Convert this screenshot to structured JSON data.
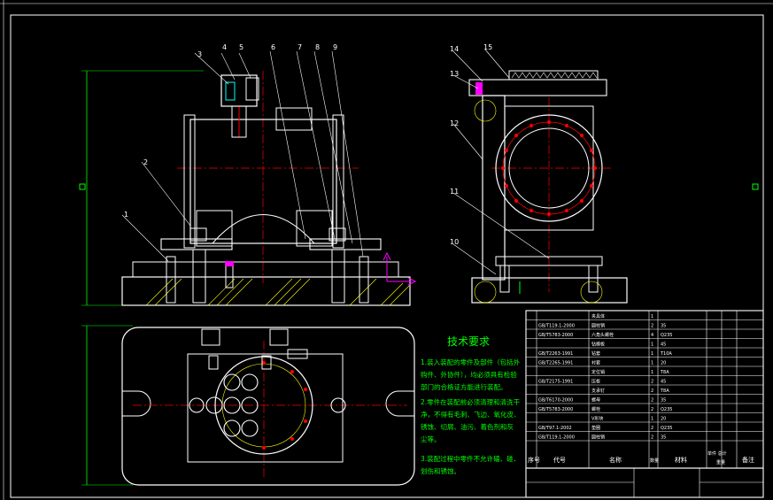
{
  "drawing": {
    "colors": {
      "background": "#000000",
      "outline": "#ffffff",
      "dimension": "#00ff00",
      "centerline": "#ff0000",
      "leader": "#ffffff",
      "hatch": "#ffff00",
      "accent": "#ff00ff",
      "cyan": "#00ffff"
    },
    "part_numbers": [
      "1",
      "2",
      "3",
      "4",
      "5",
      "6",
      "7",
      "8",
      "9",
      "10",
      "11",
      "12",
      "13",
      "14",
      "15"
    ],
    "tech_requirements": {
      "title": "技术要求",
      "lines": [
        "1.装入装配的零件及部件（包括外",
        "购件、外协件），均必须具有检验",
        "部门的合格证方能进行装配。",
        "2.零件在装配前必须清理和清洗干",
        "净，不得有毛刺、飞边、氧化皮、",
        "锈蚀、切屑、油污、着色剂和灰",
        "尘等。",
        "3.装配过程中零件不允许磕、碰、",
        "划伤和锈蚀。"
      ]
    },
    "bom": {
      "rows": [
        {
          "code": "",
          "name": "夹具体",
          "qty": "1",
          "material": ""
        },
        {
          "code": "GB/T119.1-2000",
          "name": "圆柱销",
          "qty": "2",
          "material": "35"
        },
        {
          "code": "GB/T5783-2000",
          "name": "六角头螺栓",
          "qty": "4",
          "material": "Q235"
        },
        {
          "code": "",
          "name": "钻模板",
          "qty": "1",
          "material": "45"
        },
        {
          "code": "GB/T2263-1991",
          "name": "钻套",
          "qty": "1",
          "material": "T10A"
        },
        {
          "code": "GB/T2265-1991",
          "name": "衬套",
          "qty": "1",
          "material": "20"
        },
        {
          "code": "",
          "name": "定位销",
          "qty": "1",
          "material": "T8A"
        },
        {
          "code": "GB/T2175-1991",
          "name": "压板",
          "qty": "2",
          "material": "45"
        },
        {
          "code": "",
          "name": "支承钉",
          "qty": "2",
          "material": "T8A"
        },
        {
          "code": "GB/T6170-2000",
          "name": "螺母",
          "qty": "2",
          "material": "35"
        },
        {
          "code": "GB/T5783-2000",
          "name": "螺栓",
          "qty": "2",
          "material": "Q235"
        },
        {
          "code": "",
          "name": "V形块",
          "qty": "1",
          "material": "20"
        },
        {
          "code": "GB/T97.1-2002",
          "name": "垫圈",
          "qty": "2",
          "material": "Q235"
        },
        {
          "code": "GB/T119.1-2000",
          "name": "圆柱销",
          "qty": "2",
          "material": "35"
        }
      ],
      "header": {
        "seq": "序号",
        "code": "代号",
        "name": "名称",
        "qty": "数量",
        "material": "材料",
        "weight": "单件 总计",
        "weight_sub": "重量",
        "note": "备注"
      }
    }
  }
}
